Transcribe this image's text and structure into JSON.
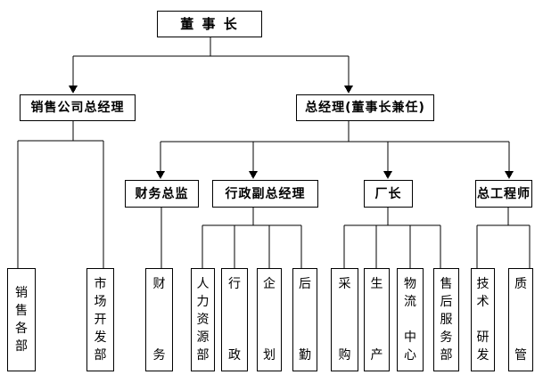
{
  "diagram_type": "org-chart",
  "colors": {
    "background": "#ffffff",
    "line": "#000000",
    "box_border": "#000000",
    "box_fill": "#ffffff",
    "text": "#000000"
  },
  "nodes": {
    "chairman": {
      "label": "董 事 长"
    },
    "sales_company_gm": {
      "label": "销售公司总经理"
    },
    "general_manager": {
      "label": "总经理(董事长兼任)"
    },
    "finance_director": {
      "label": "财务总监"
    },
    "admin_deputy_gm": {
      "label": "行政副总经理"
    },
    "factory_director": {
      "label": "厂长"
    },
    "chief_engineer": {
      "label": "总工程师"
    },
    "sales_departments": {
      "label": "销售各部"
    },
    "market_dev_dept": {
      "label": "市场开发部"
    },
    "finance_dept": {
      "label": "财   务"
    },
    "hr_dept": {
      "label": "人力资源部"
    },
    "admin_dept": {
      "label": "行   政"
    },
    "planning_dept": {
      "label": "企   划"
    },
    "logistics_support_dept": {
      "label": "后   勤"
    },
    "purchasing_dept": {
      "label": "采   购"
    },
    "production_dept": {
      "label": "生   产"
    },
    "logistics_center": {
      "label": "物流 中心"
    },
    "after_sales_dept": {
      "label": "售后服务部"
    },
    "tech_rnd_dept": {
      "label": "技术 研发"
    },
    "quality_mgmt_dept": {
      "label": "质   管"
    }
  },
  "hierarchy": [
    {
      "parent": "董事长",
      "children": [
        "销售公司总经理",
        "总经理(董事长兼任)"
      ]
    },
    {
      "parent": "销售公司总经理",
      "children": [
        "销售各部",
        "市场开发部"
      ]
    },
    {
      "parent": "总经理(董事长兼任)",
      "children": [
        "财务总监",
        "行政副总经理",
        "厂长",
        "总工程师"
      ]
    },
    {
      "parent": "财务总监",
      "children": [
        "财务"
      ]
    },
    {
      "parent": "行政副总经理",
      "children": [
        "人力资源部",
        "行政",
        "企划",
        "后勤"
      ]
    },
    {
      "parent": "厂长",
      "children": [
        "采购",
        "生产",
        "物流中心",
        "售后服务部"
      ]
    },
    {
      "parent": "总工程师",
      "children": [
        "技术研发",
        "质管"
      ]
    }
  ]
}
